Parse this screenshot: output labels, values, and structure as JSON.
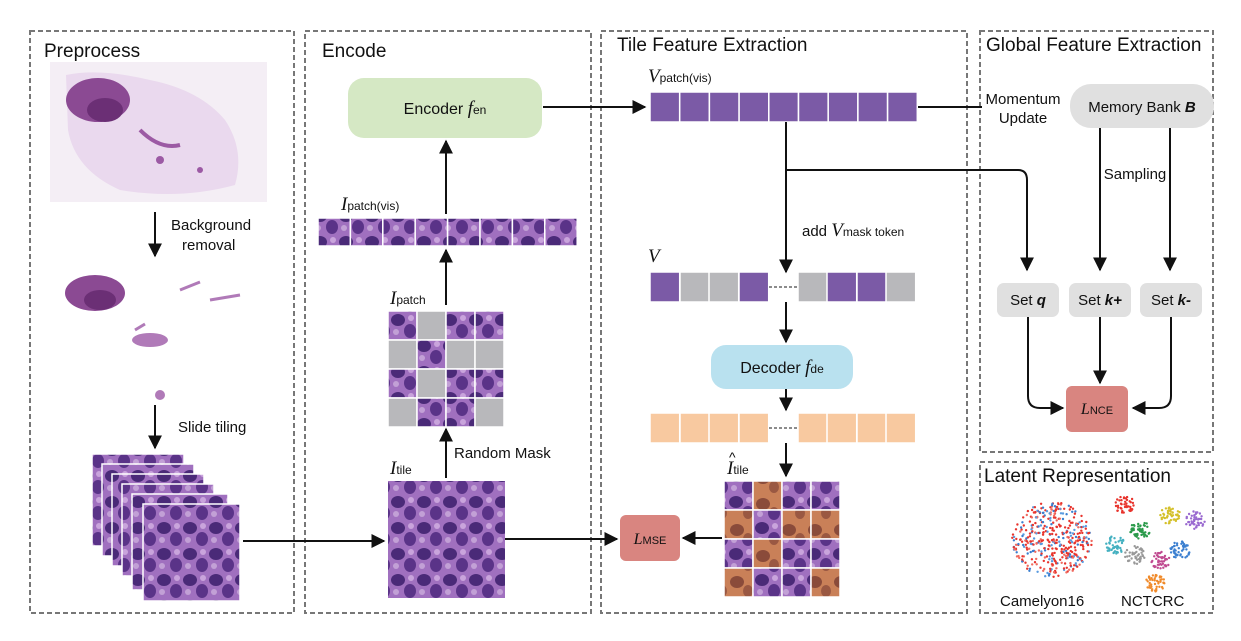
{
  "panels": {
    "preprocess": "Preprocess",
    "encode": "Encode",
    "tile_feature": "Tile Feature Extraction",
    "global_feature": "Global Feature Extraction",
    "latent": "Latent Representation"
  },
  "preprocess": {
    "step1": "Background",
    "step1b": "removal",
    "step2": "Slide tiling"
  },
  "encode": {
    "encoder_label": "Encoder ",
    "encoder_sym": "f",
    "encoder_sub": "en",
    "patch_vis_sym": "I",
    "patch_vis_sub": "patch(vis)",
    "patch_sym": "I",
    "patch_sub": "patch",
    "tile_sym": "I",
    "tile_sub": "tile",
    "random_mask": "Random Mask"
  },
  "tile": {
    "vpatch_sym": "V",
    "vpatch_sub": "patch(vis)",
    "add_label": "add ",
    "mask_sym": "V",
    "mask_sub": "mask token",
    "v_sym": "V",
    "decoder_label": "Decoder ",
    "decoder_sym": "f",
    "decoder_sub": "de",
    "recon_sym": "I",
    "recon_hat": "^",
    "recon_sub": "tile",
    "mse_sym": "L",
    "mse_sub": "MSE"
  },
  "global": {
    "momentum": "Momentum",
    "update": "Update",
    "memory_bank": "Memory Bank ",
    "memory_sym": "B",
    "sampling": "Sampling",
    "set_q": "Set ",
    "set_q_sym": "q",
    "set_kp": "Set ",
    "set_kp_sym": "k+",
    "set_km": "Set ",
    "set_km_sym": "k-",
    "nce_sym": "L",
    "nce_sub": "NCE"
  },
  "latent": {
    "left_caption": "Camelyon16",
    "right_caption": "NCTCRC"
  },
  "colors": {
    "purple": "#7b5aa6",
    "gray_token": "#b8b8bb",
    "orange_token": "#f8c9a0",
    "encoder_box": "#d5e8c4",
    "decoder_box": "#b9e1ef",
    "loss_box": "#d98580",
    "set_box": "#e0e0e0",
    "tissue": "#8b4a93"
  },
  "vis_mask_pattern": [
    "v",
    "g",
    "g",
    "v",
    "x",
    "g",
    "v",
    "v",
    "g"
  ],
  "patch_mask_grid": [
    [
      "v",
      "g",
      "v",
      "v"
    ],
    [
      "g",
      "v",
      "g",
      "g"
    ],
    [
      "v",
      "g",
      "v",
      "v"
    ],
    [
      "g",
      "v",
      "v",
      "g"
    ]
  ]
}
